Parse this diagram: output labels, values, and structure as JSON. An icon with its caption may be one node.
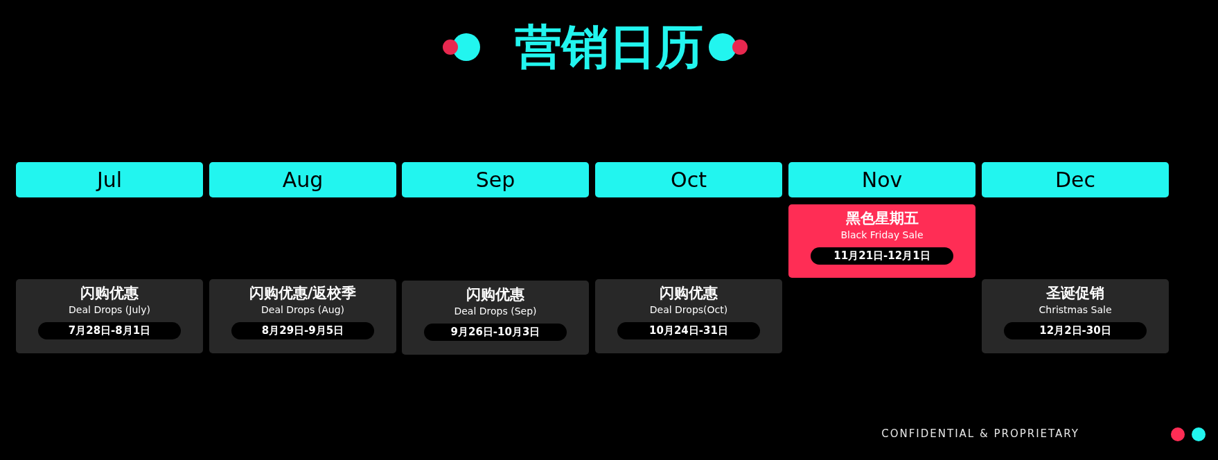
{
  "diagram": {
    "title": "营销日历",
    "nodes": [
      {
        "text": [
          "Jul"
        ]
      },
      {
        "text": [
          "Aug"
        ]
      },
      {
        "text": [
          "Sep"
        ]
      },
      {
        "text": [
          "Oct"
        ]
      },
      {
        "text": [
          "Nov"
        ]
      },
      {
        "text": [
          "Dec"
        ]
      },
      {
        "text": [
          "黑色星期五",
          "Black Friday Sale",
          "11月21日-12月1日"
        ]
      },
      {
        "text": [
          "闪购优惠",
          "Deal Drops (July)",
          "7月28日-8月1日"
        ]
      },
      {
        "text": [
          "闪购优惠/返校季",
          "Deal Drops (Aug)",
          "8月29日-9月5日"
        ]
      },
      {
        "text": [
          "闪购优惠",
          "Deal Drops (Sep)",
          "9月26日-10月3日"
        ]
      },
      {
        "text": [
          "闪购优惠",
          "Deal Drops(Oct)",
          "10月24日-31日"
        ]
      },
      {
        "text": [
          "圣诞促销",
          "Christmas Sale",
          "12月2日-30日"
        ]
      }
    ],
    "edges": [],
    "labels": [
      "CONFIDENTIAL & PROPRIETARY"
    ]
  }
}
